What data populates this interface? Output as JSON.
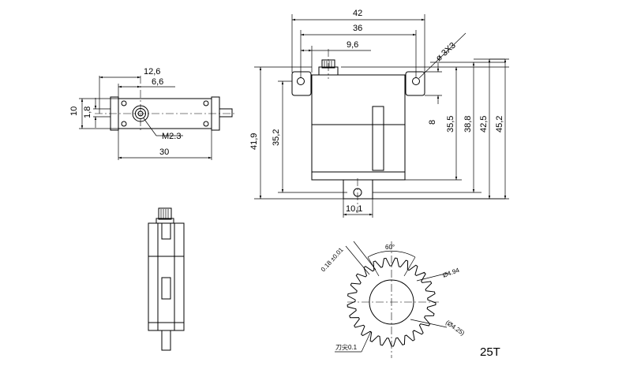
{
  "front_view": {
    "dim_width": "42",
    "dim_hole_spacing": "36",
    "dim_spline": "9,6",
    "dim_hole": "ø 3X3",
    "dim_total_height": "41,9",
    "dim_body_height": "35,2",
    "dim_tab_height": "8",
    "dim_h1": "35,5",
    "dim_h2": "38,8",
    "dim_h3": "42,5",
    "dim_h4": "45,2",
    "dim_bottom_tab": "10,1"
  },
  "top_view": {
    "dim_12_6": "12,6",
    "dim_6_6": "6,6",
    "dim_10": "10",
    "dim_1_8": "1,8",
    "screw_label": "M2.3",
    "dim_30": "30"
  },
  "gear_detail": {
    "tolerance_label": "0.18 ±0.01",
    "angle_label": "60°",
    "outer_dia_label": "Ø4.94",
    "inner_dia_label": "(Ø4.25)",
    "tip_label": "刀尖0.1",
    "teeth_label": "25T"
  }
}
